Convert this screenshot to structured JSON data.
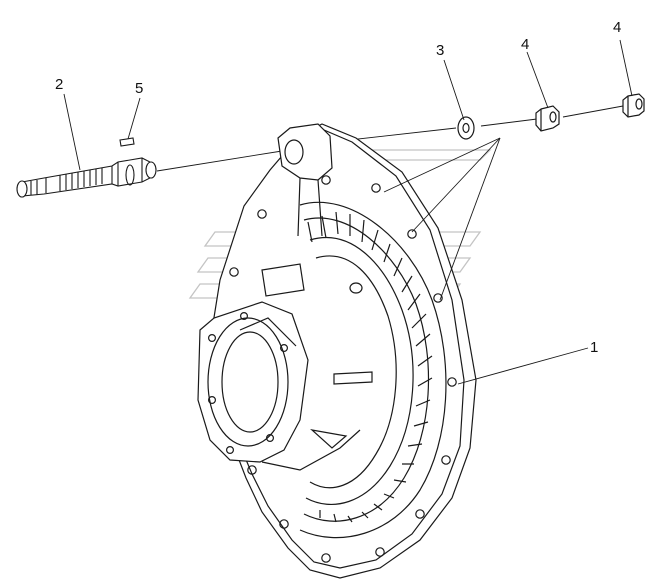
{
  "callouts": {
    "housing": "1",
    "shaft": "2",
    "washer": "3",
    "nut_a": "4",
    "nut_b": "4",
    "pin": "5"
  },
  "colors": {
    "line": "#1a1a1a",
    "watermark": "#c4c4c4",
    "background": "#ffffff"
  }
}
